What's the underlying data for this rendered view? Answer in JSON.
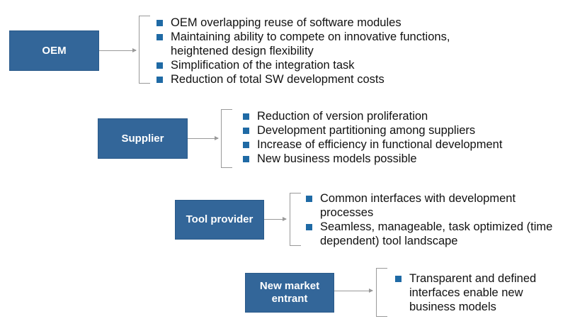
{
  "colors": {
    "box_fill": "#336699",
    "bullet": "#1f6aa5",
    "connector": "#999999"
  },
  "groups": [
    {
      "label": "OEM",
      "bullets": [
        "OEM overlapping reuse of software modules",
        "Maintaining ability to compete on innovative functions, heightened design flexibility",
        "Simplification of the integration task",
        "Reduction of total SW development costs"
      ]
    },
    {
      "label": "Supplier",
      "bullets": [
        "Reduction of version proliferation",
        "Development partitioning among suppliers",
        "Increase of efficiency in functional development",
        "New business models possible"
      ]
    },
    {
      "label": "Tool provider",
      "bullets": [
        "Common interfaces with development processes",
        "Seamless, manageable, task optimized (time dependent) tool landscape"
      ]
    },
    {
      "label": "New market entrant",
      "bullets": [
        "Transparent and defined interfaces enable new business models"
      ]
    }
  ]
}
